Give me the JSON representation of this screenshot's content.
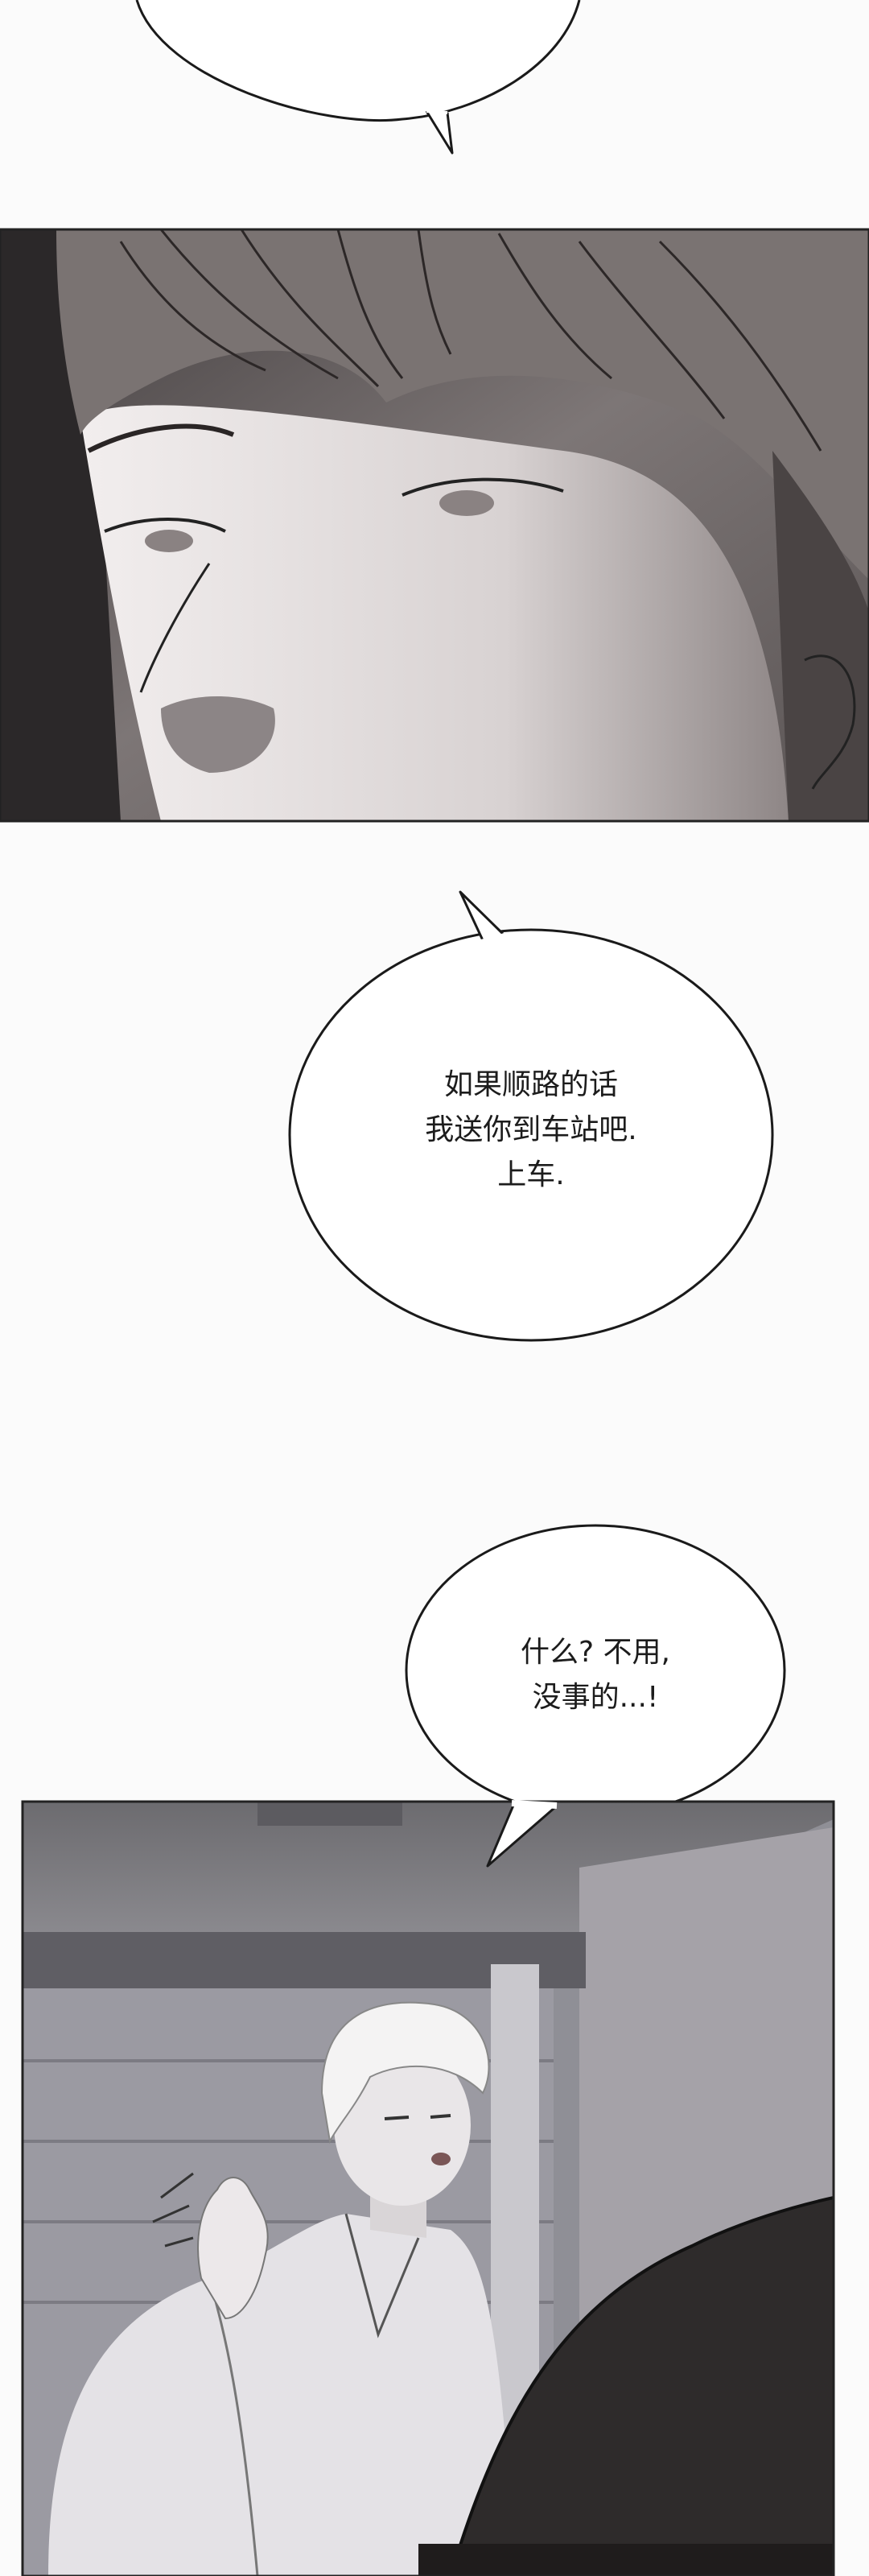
{
  "bubbles": [
    {
      "lines": []
    },
    {
      "lines": [
        "如果顺路的话",
        "我送你到车站吧.",
        "上车."
      ]
    },
    {
      "lines": [
        "什么? 不用,",
        "没事的...!"
      ]
    }
  ],
  "colors": {
    "page_bg": "#fbfbfb",
    "panel_border": "#222222",
    "panel1_bg": "#6f6a69",
    "panel1_skin": "#ece8e8",
    "panel2_bg": "#8f8f96",
    "panel2_wall": "#a5a2a8",
    "car": "#2e2b2b"
  }
}
